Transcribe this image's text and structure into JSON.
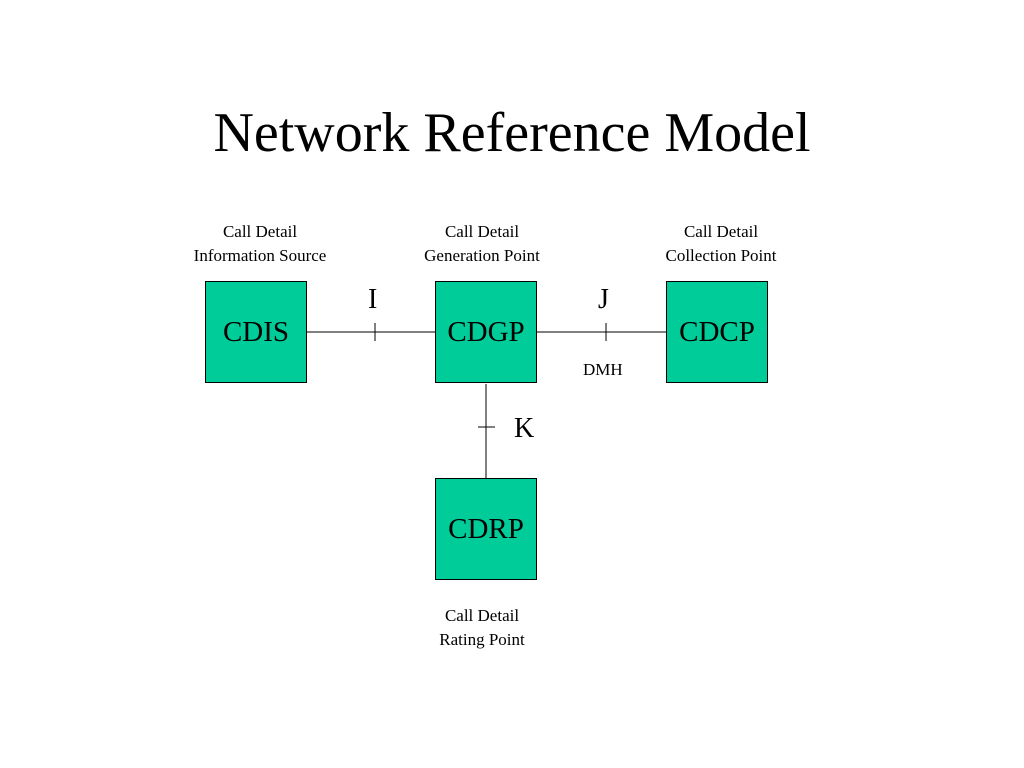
{
  "title": "Network Reference Model",
  "nodes": {
    "cdis": {
      "label": "CDIS",
      "caption_line1": "Call Detail",
      "caption_line2": "Information Source"
    },
    "cdgp": {
      "label": "CDGP",
      "caption_line1": "Call Detail",
      "caption_line2": "Generation Point"
    },
    "cdcp": {
      "label": "CDCP",
      "caption_line1": "Call Detail",
      "caption_line2": "Collection Point"
    },
    "cdrp": {
      "label": "CDRP",
      "caption_line1": "Call Detail",
      "caption_line2": "Rating Point"
    }
  },
  "interfaces": {
    "i": {
      "label": "I"
    },
    "j": {
      "label": "J",
      "sublabel": "DMH"
    },
    "k": {
      "label": "K"
    }
  },
  "colors": {
    "node_fill": "#00cc99",
    "line": "#000000"
  }
}
